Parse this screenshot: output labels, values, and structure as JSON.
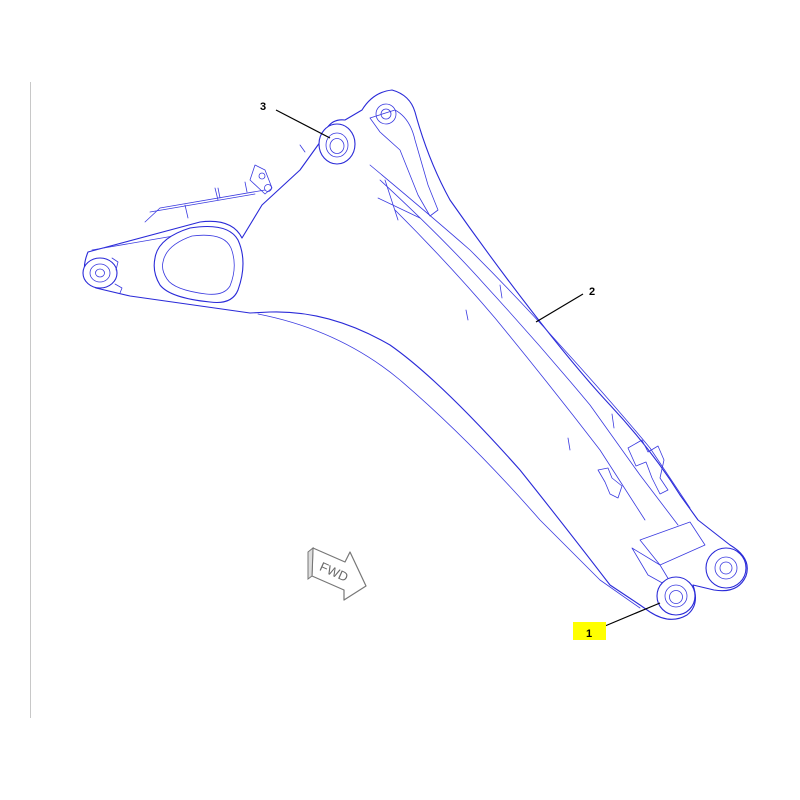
{
  "callouts": [
    {
      "number": "1",
      "highlighted": true
    },
    {
      "number": "2",
      "highlighted": false
    },
    {
      "number": "3",
      "highlighted": false
    }
  ],
  "direction_arrow": {
    "label": "FWD"
  },
  "colors": {
    "line": "#2a2ad8",
    "highlight": "#ffff00",
    "callout_text": "#000000",
    "arrow_text": "#6a6a6a"
  }
}
